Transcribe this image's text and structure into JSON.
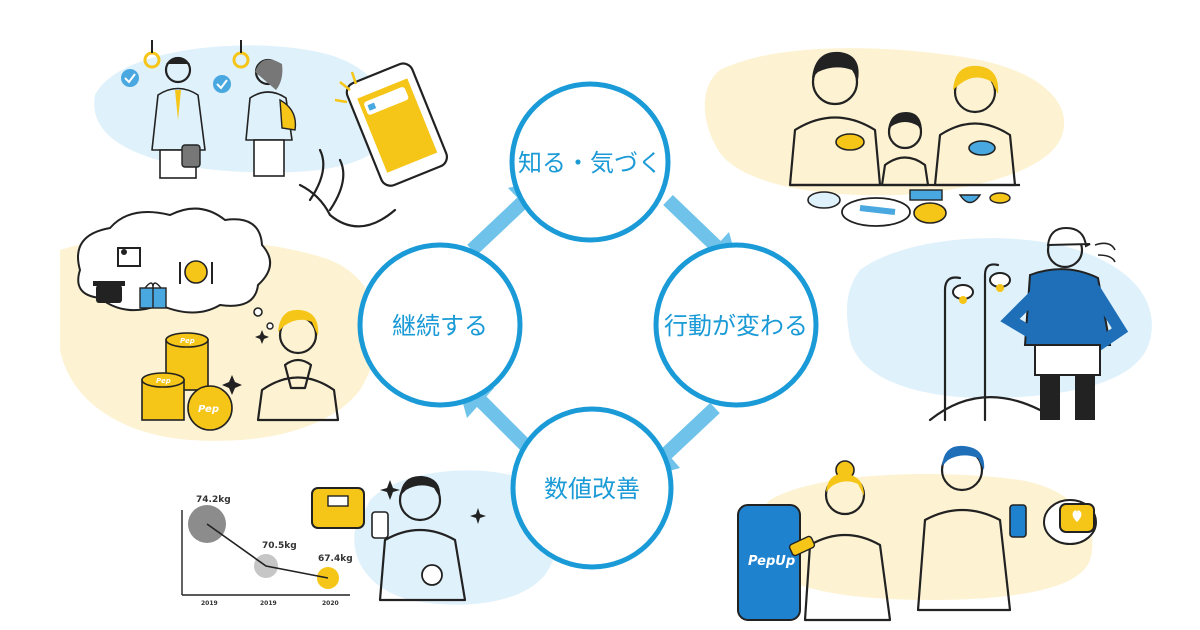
{
  "cycle": {
    "steps": [
      {
        "label": "知る・気づく"
      },
      {
        "label": "行動が変わる"
      },
      {
        "label": "数値改善"
      },
      {
        "label": "継続する"
      }
    ]
  },
  "weight_chart": {
    "points": [
      {
        "label": "74.2kg",
        "year": "2019"
      },
      {
        "label": "70.5kg",
        "year": "2019"
      },
      {
        "label": "67.4kg",
        "year": "2020"
      }
    ]
  },
  "coin_text": "Pep",
  "app_logo_text": "PepUp",
  "colors": {
    "accent_blue": "#1a9ad6",
    "arrow_blue": "#6fc3ea",
    "yellow": "#f5c518",
    "pale_blue_bg": "#dff1fb",
    "pale_yellow_bg": "#fdf3d3"
  },
  "icons": [
    "checkmark-icon",
    "pot-icon",
    "gift-icon",
    "plate-cutlery-icon",
    "photo-frame-icon",
    "sparkle-icon",
    "heart-icon"
  ]
}
